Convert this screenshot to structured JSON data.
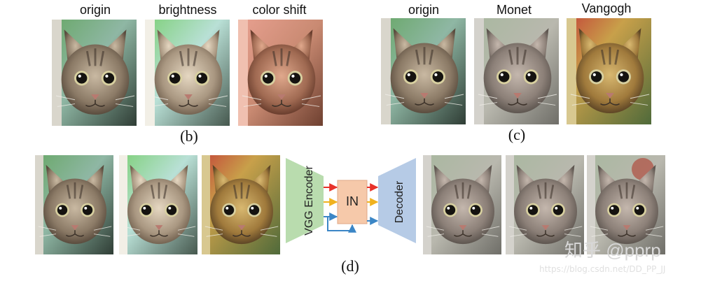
{
  "panel_b": {
    "labels": [
      "origin",
      "brightness",
      "color shift"
    ],
    "caption": "(b)"
  },
  "panel_c": {
    "labels": [
      "origin",
      "Monet",
      "Vangogh"
    ],
    "caption": "(c)"
  },
  "panel_d": {
    "encoder_label": "VGG Encoder",
    "in_label": "IN",
    "decoder_label": "Decoder",
    "caption": "(d)"
  },
  "watermark": {
    "zhihu": "知乎 @pprp",
    "url": "https://blog.csdn.net/DD_PP_JJ"
  },
  "colors": {
    "encoder_fill": "#b9dcae",
    "in_fill": "#f6c9aa",
    "decoder_fill": "#b6cbe6",
    "arrow_red": "#e8322a",
    "arrow_yellow": "#f0b21f",
    "arrow_blue": "#3b86c6"
  }
}
